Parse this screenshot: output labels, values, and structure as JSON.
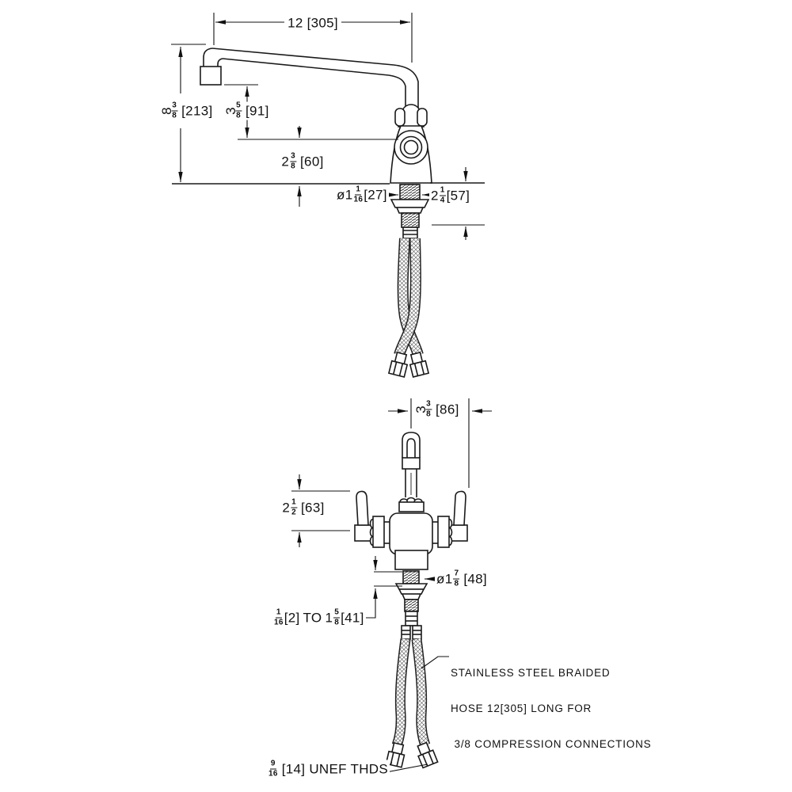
{
  "title": "Deck-mount faucet dimension drawing",
  "colors": {
    "line": "#1a1a1a",
    "dim_line": "#111111",
    "background": "#ffffff"
  },
  "views": {
    "top": {
      "dims": {
        "spout_reach": {
          "whole": "12",
          "metric": "[305]"
        },
        "overall_height": {
          "whole": "8",
          "num": "3",
          "den": "8",
          "metric": "[213]"
        },
        "outlet_height": {
          "whole": "3",
          "num": "5",
          "den": "8",
          "metric": "[91]"
        },
        "body_height": {
          "whole": "2",
          "num": "3",
          "den": "8",
          "metric": "[60]"
        },
        "shank_diameter": {
          "prefix": "ø",
          "whole": "1",
          "num": "1",
          "den": "16",
          "metric": "[27]"
        },
        "shank_length": {
          "whole": "2",
          "num": "1",
          "den": "4",
          "metric": "[57]"
        }
      }
    },
    "front": {
      "dims": {
        "handle_reach": {
          "whole": "3",
          "num": "3",
          "den": "8",
          "metric": "[86]"
        },
        "handle_height": {
          "whole": "2",
          "num": "1",
          "den": "2",
          "metric": "[63]"
        },
        "flange_diameter": {
          "prefix": "ø",
          "whole": "1",
          "num": "7",
          "den": "8",
          "metric": "[48]"
        },
        "deck_thickness_range": {
          "num1": "1",
          "den1": "16",
          "metric1": "[2]",
          "joiner": "TO",
          "whole2": "1",
          "num2": "5",
          "den2": "8",
          "metric2": "[41]"
        }
      },
      "notes": {
        "hose": {
          "line1": "STAINLESS STEEL BRAIDED",
          "line2": "HOSE 12[305] LONG FOR",
          "line3": " 3/8 COMPRESSION CONNECTIONS"
        },
        "threads": {
          "num": "9",
          "den": "16",
          "text": "[14] UNEF THDS"
        }
      }
    }
  }
}
